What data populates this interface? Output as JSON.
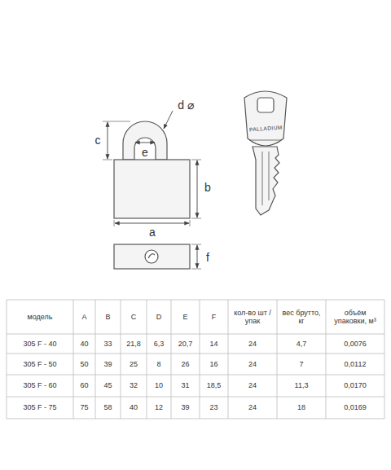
{
  "diagram": {
    "labels": [
      "c",
      "e",
      "d ⌀",
      "b",
      "a",
      "f",
      "PALLADIUM",
      "модель",
      "A",
      "B",
      "C",
      "D",
      "E",
      "F",
      "кол-во шт / упак",
      "вес брутто, кг",
      "объём упаковки, м³",
      "305 F - 40",
      "40",
      "33",
      "21,8",
      "6,3",
      "20,7",
      "14",
      "24",
      "4,7",
      "0,0076",
      "305 F - 50",
      "50",
      "39",
      "25",
      "8",
      "26",
      "16",
      "24",
      "7",
      "0,0112",
      "305 F - 60",
      "60",
      "45",
      "32",
      "10",
      "31",
      "18,5",
      "24",
      "11,3",
      "0,0170",
      "305 F - 75",
      "75",
      "58",
      "40",
      "12",
      "39",
      "23",
      "24",
      "18",
      "0,0169"
    ]
  }
}
